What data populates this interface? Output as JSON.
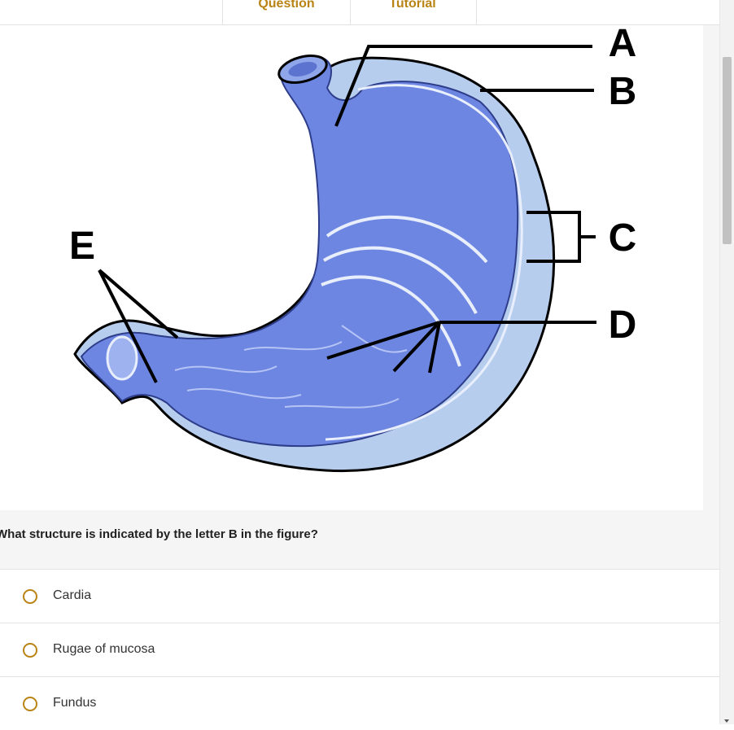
{
  "tabs": [
    {
      "label": "Question"
    },
    {
      "label": "Tutorial"
    }
  ],
  "figure": {
    "labels": {
      "a": "A",
      "b": "B",
      "c": "C",
      "d": "D",
      "e": "E"
    },
    "colors": {
      "outer_wall": "#b7cdee",
      "inner_stomach": "#6d86e2",
      "lines": "#000000"
    }
  },
  "question": {
    "text": "What structure is indicated by the letter B in the figure?"
  },
  "options": [
    {
      "label": "Cardia"
    },
    {
      "label": "Rugae of mucosa"
    },
    {
      "label": "Fundus"
    }
  ],
  "colors": {
    "accent": "#b98415"
  }
}
